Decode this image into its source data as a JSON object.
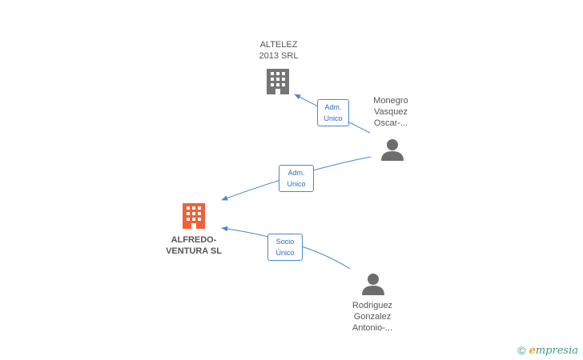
{
  "nodes": {
    "altelez": {
      "line1": "ALTELEZ",
      "line2": "2013 SRL"
    },
    "alfredo": {
      "line1": "ALFREDO-",
      "line2": "VENTURA SL"
    },
    "monegro": {
      "line1": "Monegro",
      "line2": "Vasquez",
      "line3": "Oscar-..."
    },
    "rodriguez": {
      "line1": "Rodriguez",
      "line2": "Gonzalez",
      "line3": "Antonio-..."
    }
  },
  "edges": {
    "e1": {
      "line1": "Adm.",
      "line2": "Unico"
    },
    "e2": {
      "line1": "Adm.",
      "line2": "Unico"
    },
    "e3": {
      "line1": "Socio",
      "line2": "Único"
    }
  },
  "colors": {
    "company_gray": "#757575",
    "company_main": "#f0613a",
    "person": "#6d6d6d",
    "edge": "#4a86d4"
  },
  "brand": {
    "copyright": "©",
    "e": "e",
    "rest": "mpresia"
  }
}
